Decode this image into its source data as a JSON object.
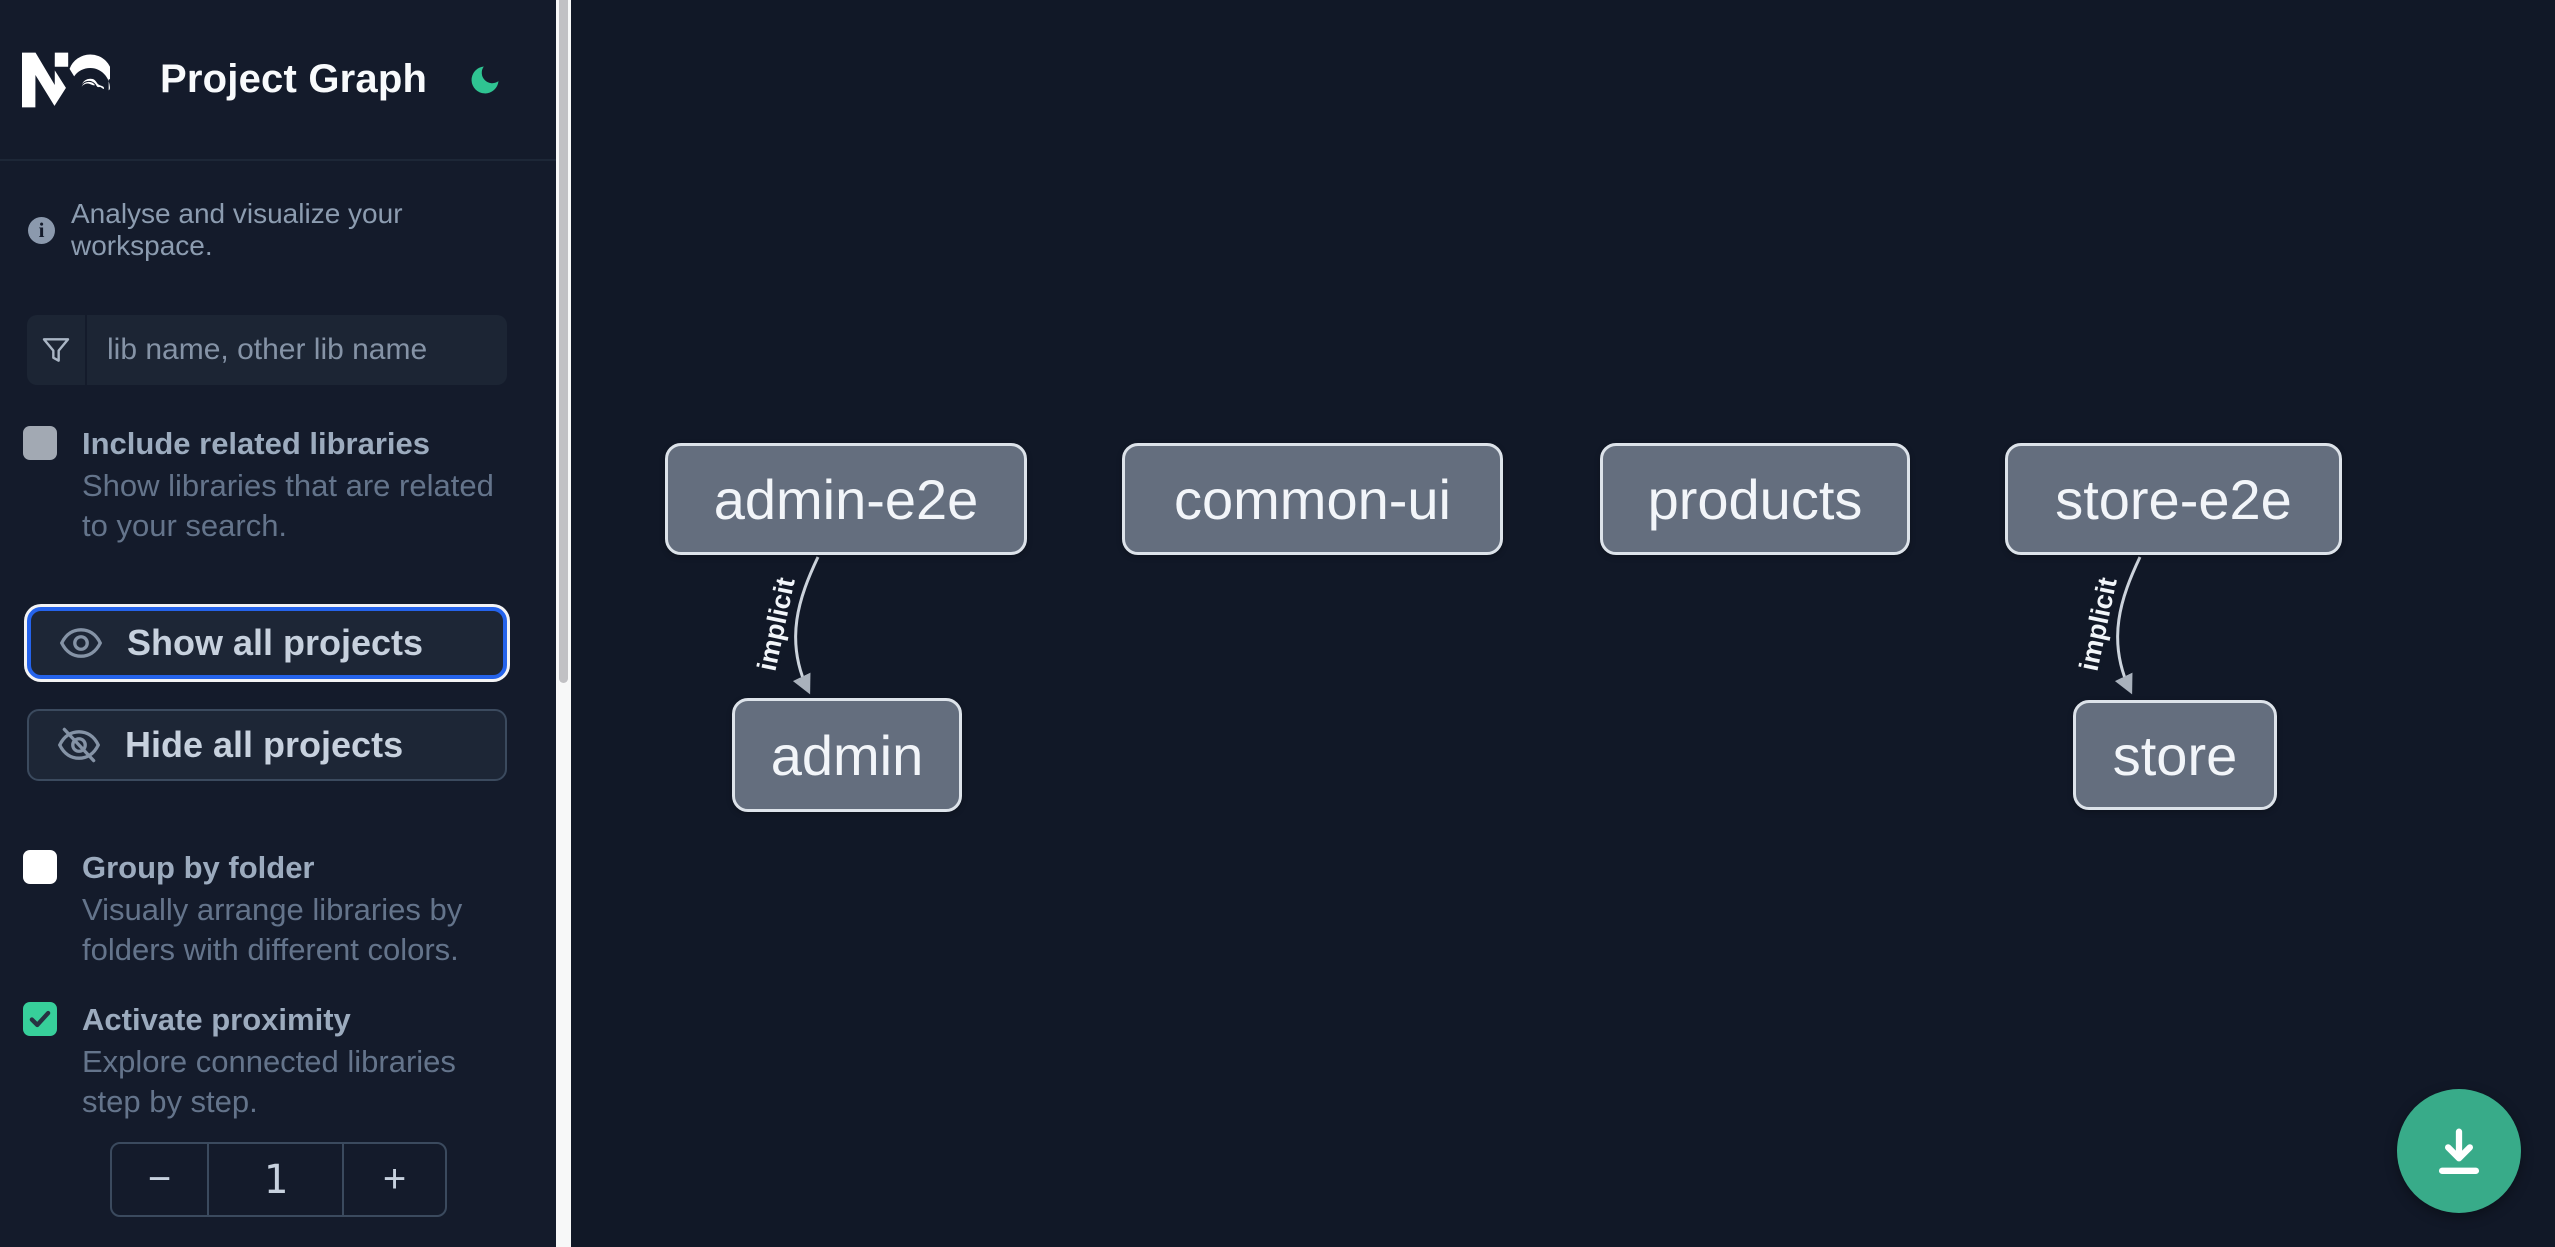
{
  "app": {
    "title": "Project Graph",
    "theme_toggle_icon": "moon",
    "accent_green": "#37cf9a",
    "focus_blue": "#2563eb"
  },
  "sidebar": {
    "info": {
      "icon_glyph": "i",
      "text": "Analyse and visualize your workspace."
    },
    "search": {
      "icon": "funnel",
      "placeholder": "lib name, other lib name",
      "value": ""
    },
    "toggles": [
      {
        "label": "Include related libraries",
        "description": "Show libraries that are related to your search.",
        "checked": false,
        "disabled": true
      },
      {
        "label": "Group by folder",
        "description": "Visually arrange libraries by folders with different colors.",
        "checked": false,
        "disabled": false
      },
      {
        "label": "Activate proximity",
        "description": "Explore connected libraries step by step.",
        "checked": true,
        "disabled": false
      }
    ],
    "buttons": [
      {
        "label": "Show all projects",
        "icon": "eye",
        "focused": true
      },
      {
        "label": "Hide all projects",
        "icon": "eye-off",
        "focused": false
      }
    ],
    "proximity_stepper": {
      "decrement_label": "−",
      "value": "1",
      "increment_label": "+"
    }
  },
  "graph": {
    "nodes": [
      {
        "label": "admin-e2e"
      },
      {
        "label": "common-ui"
      },
      {
        "label": "products"
      },
      {
        "label": "store-e2e"
      },
      {
        "label": "admin"
      },
      {
        "label": "store"
      }
    ],
    "edges": [
      {
        "source": "admin-e2e",
        "target": "admin",
        "label": "implicit"
      },
      {
        "source": "store-e2e",
        "target": "store",
        "label": "implicit"
      }
    ]
  },
  "fab": {
    "icon": "download",
    "color": "#38ab89"
  }
}
